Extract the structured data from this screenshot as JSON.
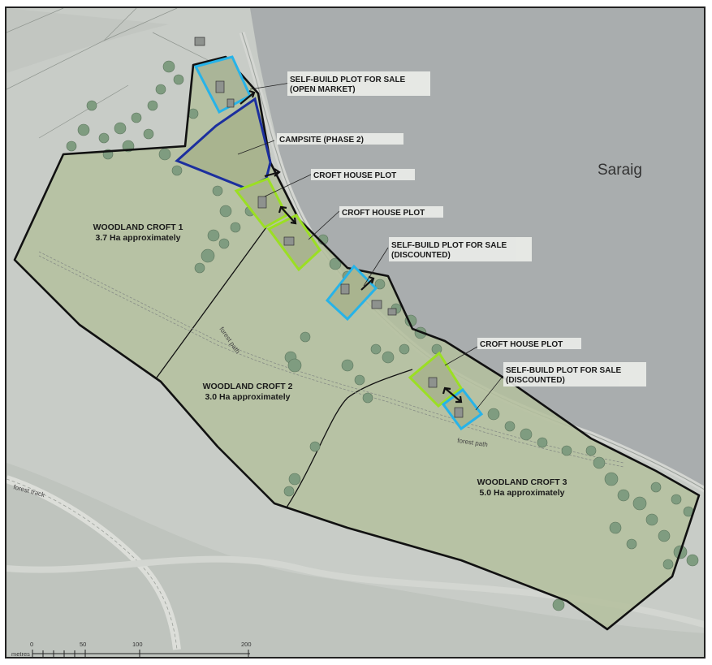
{
  "place_name": "Saraig",
  "labels": {
    "selfbuild_open_line1": "SELF-BUILD PLOT FOR SALE",
    "selfbuild_open_line2": "(OPEN MARKET)",
    "campsite": "CAMPSITE (PHASE 2)",
    "croft_house_1": "CROFT HOUSE PLOT",
    "croft_house_2": "CROFT HOUSE PLOT",
    "selfbuild_disc1_line1": "SELF-BUILD PLOT FOR SALE",
    "selfbuild_disc1_line2": "(DISCOUNTED)",
    "croft_house_3": "CROFT HOUSE PLOT",
    "selfbuild_disc2_line1": "SELF-BUILD PLOT FOR SALE",
    "selfbuild_disc2_line2": "(DISCOUNTED)"
  },
  "crofts": [
    {
      "name": "WOODLAND CROFT 1",
      "area": "3.7 Ha approximately"
    },
    {
      "name": "WOODLAND CROFT 2",
      "area": "3.0 Ha approximately"
    },
    {
      "name": "WOODLAND CROFT 3",
      "area": "5.0 Ha approximately"
    }
  ],
  "paths": {
    "forest_path_1": "forest path",
    "forest_path_2": "forest path",
    "forest_track": "forest track"
  },
  "scale_bar": {
    "unit": "metres",
    "ticks": [
      "0",
      "50",
      "100",
      "200"
    ]
  },
  "colors": {
    "sea": "#a8acad",
    "land": "#c7ccc6",
    "site_fill": "#b3bf9b",
    "boundary": "#111111",
    "selfbuild_outline": "#27b3e8",
    "campsite_outline": "#1c2f9e",
    "croft_house_outline": "#9bdf23",
    "tree_fill": "#7f9c80"
  }
}
